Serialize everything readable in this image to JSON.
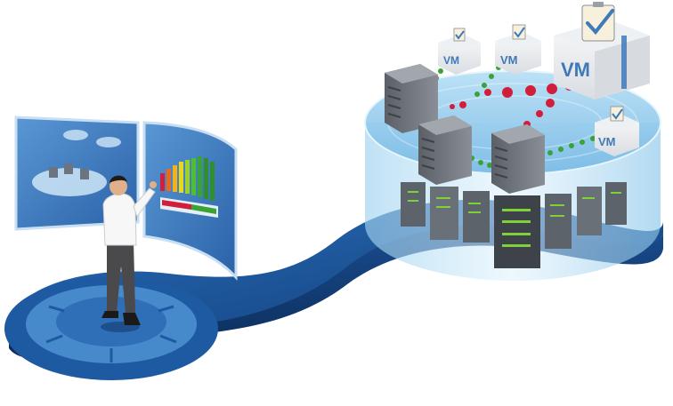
{
  "illustration": {
    "vm_labels": [
      {
        "label": "VM"
      },
      {
        "label": "VM"
      },
      {
        "label": "VM"
      },
      {
        "label": "VM"
      }
    ]
  },
  "colors": {
    "platform_dark": "#123e78",
    "platform_mid": "#1f5ea8",
    "platform_light": "#3f88cf",
    "cylinder_glass": "#8fc6ea",
    "connector_green": "#3aa335",
    "connector_red": "#d11e3a",
    "vm_accent": "#3f79b8"
  },
  "icons": [
    "dashboard-screen-icon",
    "person-icon",
    "server-tower-icon",
    "vm-box-icon",
    "clipboard-checkmark-icon",
    "server-rack-icon"
  ]
}
